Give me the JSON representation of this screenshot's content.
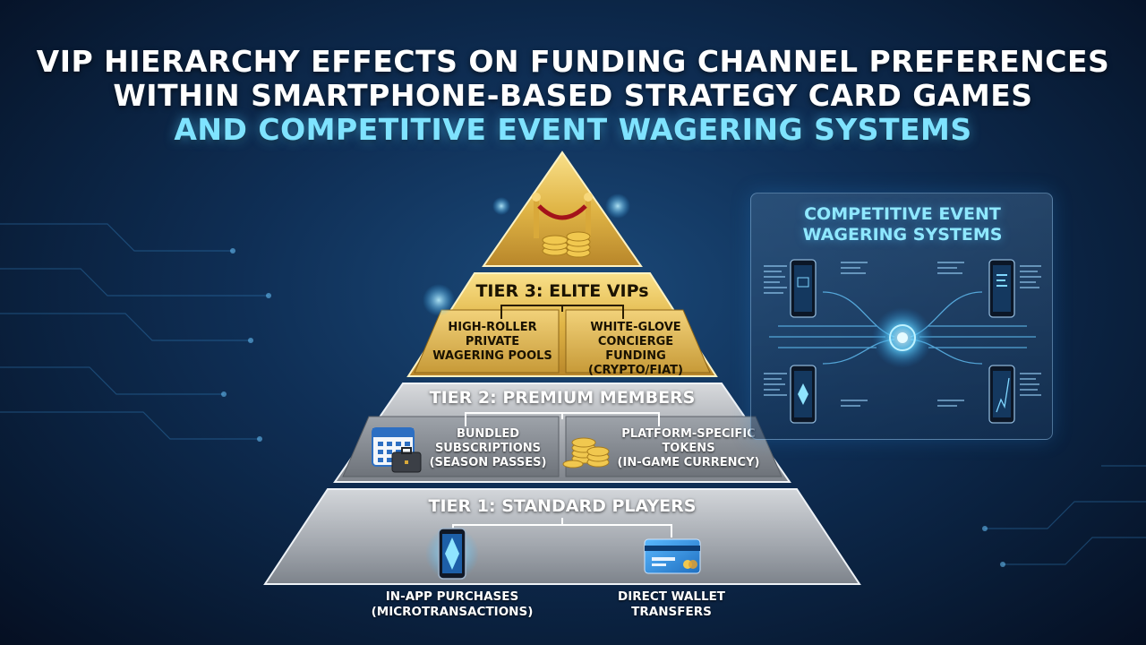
{
  "title": {
    "line1": "VIP HIERARCHY EFFECTS ON FUNDING CHANNEL PREFERENCES",
    "line2": "WITHIN SMARTPHONE-BASED STRATEGY CARD GAMES",
    "line3": "AND COMPETITIVE EVENT WAGERING SYSTEMS"
  },
  "pyramid": {
    "apex": {
      "icons": [
        "velvet-rope-icon",
        "gold-coins-icon"
      ]
    },
    "tier3": {
      "title": "TIER 3: ELITE VIPs",
      "left": "HIGH-ROLLER\nPRIVATE\nWAGERING POOLS",
      "right": "WHITE-GLOVE\nCONCIERGE FUNDING\n(CRYPTO/FIAT)"
    },
    "tier2": {
      "title": "TIER 2: PREMIUM MEMBERS",
      "left": "BUNDLED\nSUBSCRIPTIONS\n(SEASON PASSES)",
      "right": "PLATFORM-SPECIFIC\nTOKENS\n(IN-GAME CURRENCY)",
      "icons": [
        "calendar-icon",
        "briefcase-icon",
        "coin-stack-icon"
      ]
    },
    "tier1": {
      "title": "TIER 1: STANDARD PLAYERS",
      "left": "IN-APP PURCHASES\n(MICROTRANSACTIONS)",
      "right": "DIRECT WALLET\nTRANSFERS",
      "icons": [
        "smartphone-icon",
        "credit-card-icon"
      ]
    }
  },
  "panel": {
    "title": "COMPETITIVE EVENT\nWAGERING SYSTEMS",
    "icons": [
      "smartphone-icon",
      "circuit-hub-icon"
    ]
  },
  "colors": {
    "gold": "#e8c45a",
    "silver": "#c9ccd1",
    "accent_cyan": "#7fe3ff",
    "background": "#0f2f56"
  }
}
